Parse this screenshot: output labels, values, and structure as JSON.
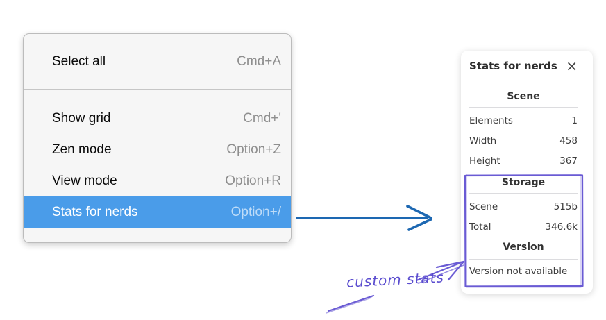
{
  "menu": {
    "sections": [
      {
        "items": [
          {
            "label": "Select all",
            "shortcut": "Cmd+A",
            "highlighted": false
          }
        ]
      },
      {
        "items": [
          {
            "label": "Show grid",
            "shortcut": "Cmd+'",
            "highlighted": false
          },
          {
            "label": "Zen mode",
            "shortcut": "Option+Z",
            "highlighted": false
          },
          {
            "label": "View mode",
            "shortcut": "Option+R",
            "highlighted": false
          },
          {
            "label": "Stats for nerds",
            "shortcut": "Option+/",
            "highlighted": true
          }
        ]
      }
    ]
  },
  "stats_panel": {
    "title": "Stats for nerds",
    "close_icon": "×",
    "sections": [
      {
        "heading": "Scene",
        "rows": [
          {
            "label": "Elements",
            "value": "1"
          },
          {
            "label": "Width",
            "value": "458"
          },
          {
            "label": "Height",
            "value": "367"
          }
        ]
      },
      {
        "heading": "Storage",
        "rows": [
          {
            "label": "Scene",
            "value": "515b"
          },
          {
            "label": "Total",
            "value": "346.6k"
          }
        ]
      },
      {
        "heading": "Version",
        "rows": [],
        "note": "Version not available"
      }
    ]
  },
  "annotation": {
    "label": "custom stats"
  },
  "colors": {
    "menu_highlight": "#4a9ce9",
    "menu_highlight_text": "#ffffff",
    "menu_shortcut": "#8e8e8e",
    "pointer_arrow_blue": "#1d68b2",
    "annotation_purple": "#6a5bd4",
    "panel_text": "#3d3d3d"
  }
}
